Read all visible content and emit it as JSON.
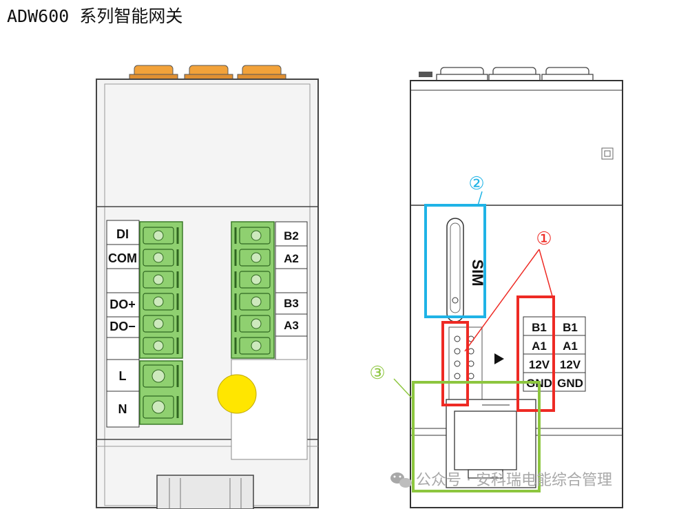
{
  "title": "ADW600 系列智能网关",
  "left_device": {
    "left_labels": [
      "DI",
      "COM",
      "",
      "DO+",
      "DO−",
      "",
      "L",
      "N"
    ],
    "right_labels": [
      "B2",
      "A2",
      "",
      "B3",
      "A3",
      ""
    ]
  },
  "right_device": {
    "sim_label": "SIM",
    "port_table_left": [
      "B1",
      "A1",
      "12V",
      "GND"
    ],
    "port_table_right": [
      "B1",
      "A1",
      "12V",
      "GND"
    ]
  },
  "callouts": {
    "one": "①",
    "two": "②",
    "three": "③"
  },
  "colors": {
    "terminal_green": "#8fd070",
    "indicator_yellow": "#ffe600",
    "connector_orange": "#f2a23a",
    "callout_red": "#ee2a24",
    "callout_blue": "#1fb3e6",
    "callout_green": "#8dc63f"
  },
  "watermark": {
    "icon": "wechat-icon",
    "text": "公众号 · 安科瑞电能综合管理"
  }
}
